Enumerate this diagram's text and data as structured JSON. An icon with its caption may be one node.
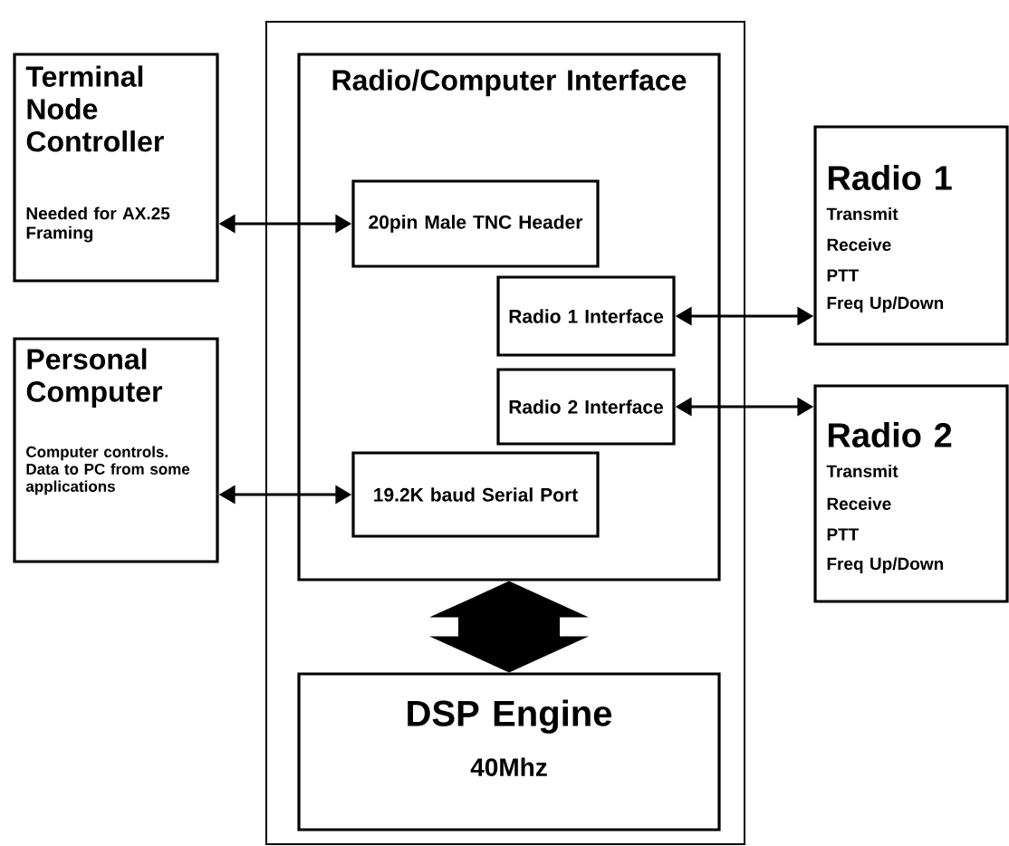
{
  "diagram": {
    "nodes": [
      {
        "text": [
          "Terminal Node Controller",
          "Needed for AX.25 Framing"
        ]
      },
      {
        "text": [
          "Personal Computer",
          "Computer controls. Data to PC from some applications"
        ]
      },
      {
        "text": [],
        "shape": "box"
      },
      {
        "text": [
          "Radio/Computer Interface"
        ],
        "in": 2
      },
      {
        "text": [
          "20pin Male TNC Header"
        ],
        "in": 3
      },
      {
        "text": [
          "Radio 1 Interface"
        ],
        "in": 3
      },
      {
        "text": [
          "Radio 2 Interface"
        ],
        "in": 3
      },
      {
        "text": [
          "19.2K baud Serial Port"
        ],
        "in": 3
      },
      {
        "text": [
          "DSP Engine",
          "40Mhz"
        ],
        "in": 2
      },
      {
        "text": [
          "Radio 1",
          "Transmit",
          "Receive",
          "PTT",
          "Freq Up/Down"
        ]
      },
      {
        "text": [
          "Radio 2",
          "Transmit",
          "Receive",
          "PTT",
          "Freq Up/Down"
        ]
      }
    ],
    "edges": [
      {
        "from": 0,
        "to": 4,
        "arrow": "both"
      },
      {
        "from": 1,
        "to": 7,
        "arrow": "both"
      },
      {
        "from": 5,
        "to": 9,
        "arrow": "both"
      },
      {
        "from": 6,
        "to": 10,
        "arrow": "both"
      },
      {
        "from": 3,
        "to": 8,
        "arrow": "both",
        "style": "thick"
      }
    ]
  }
}
